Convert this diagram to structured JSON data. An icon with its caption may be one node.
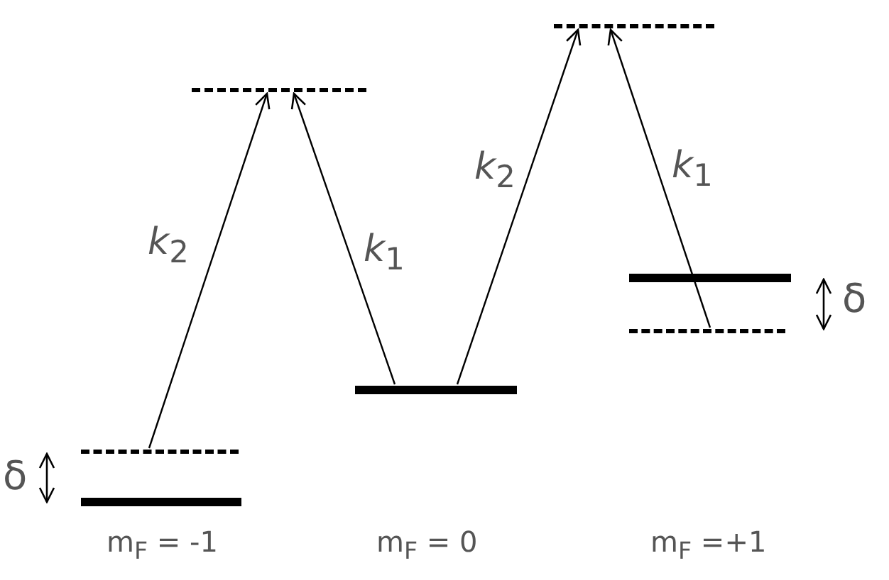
{
  "diagram": {
    "nodes": [
      {
        "text": [],
        "shape": "bar"
      },
      {
        "text": [],
        "shape": "bar"
      },
      {
        "text": [],
        "shape": "bar"
      },
      {
        "text": [],
        "shape": "bar"
      },
      {
        "text": [],
        "shape": "bar"
      },
      {
        "text": [],
        "shape": "bar"
      },
      {
        "text": [],
        "shape": "bar"
      }
    ],
    "edges": [
      {
        "from": 2,
        "to": 0,
        "arrow": "to",
        "label": "*k*$_{2}$"
      },
      {
        "from": 4,
        "to": 0,
        "arrow": "to",
        "label": "*k*$_{1}$"
      },
      {
        "from": 4,
        "to": 1,
        "arrow": "to",
        "label": "*k*$_{2}$"
      },
      {
        "from": 6,
        "to": 1,
        "arrow": "to",
        "label": "*k*$_{1}$"
      }
    ],
    "labels": [
      "δ",
      "δ",
      "m$_{F}$ = -1",
      "m$_{F}$ = 0",
      "m$_{F}$ =+1"
    ]
  }
}
